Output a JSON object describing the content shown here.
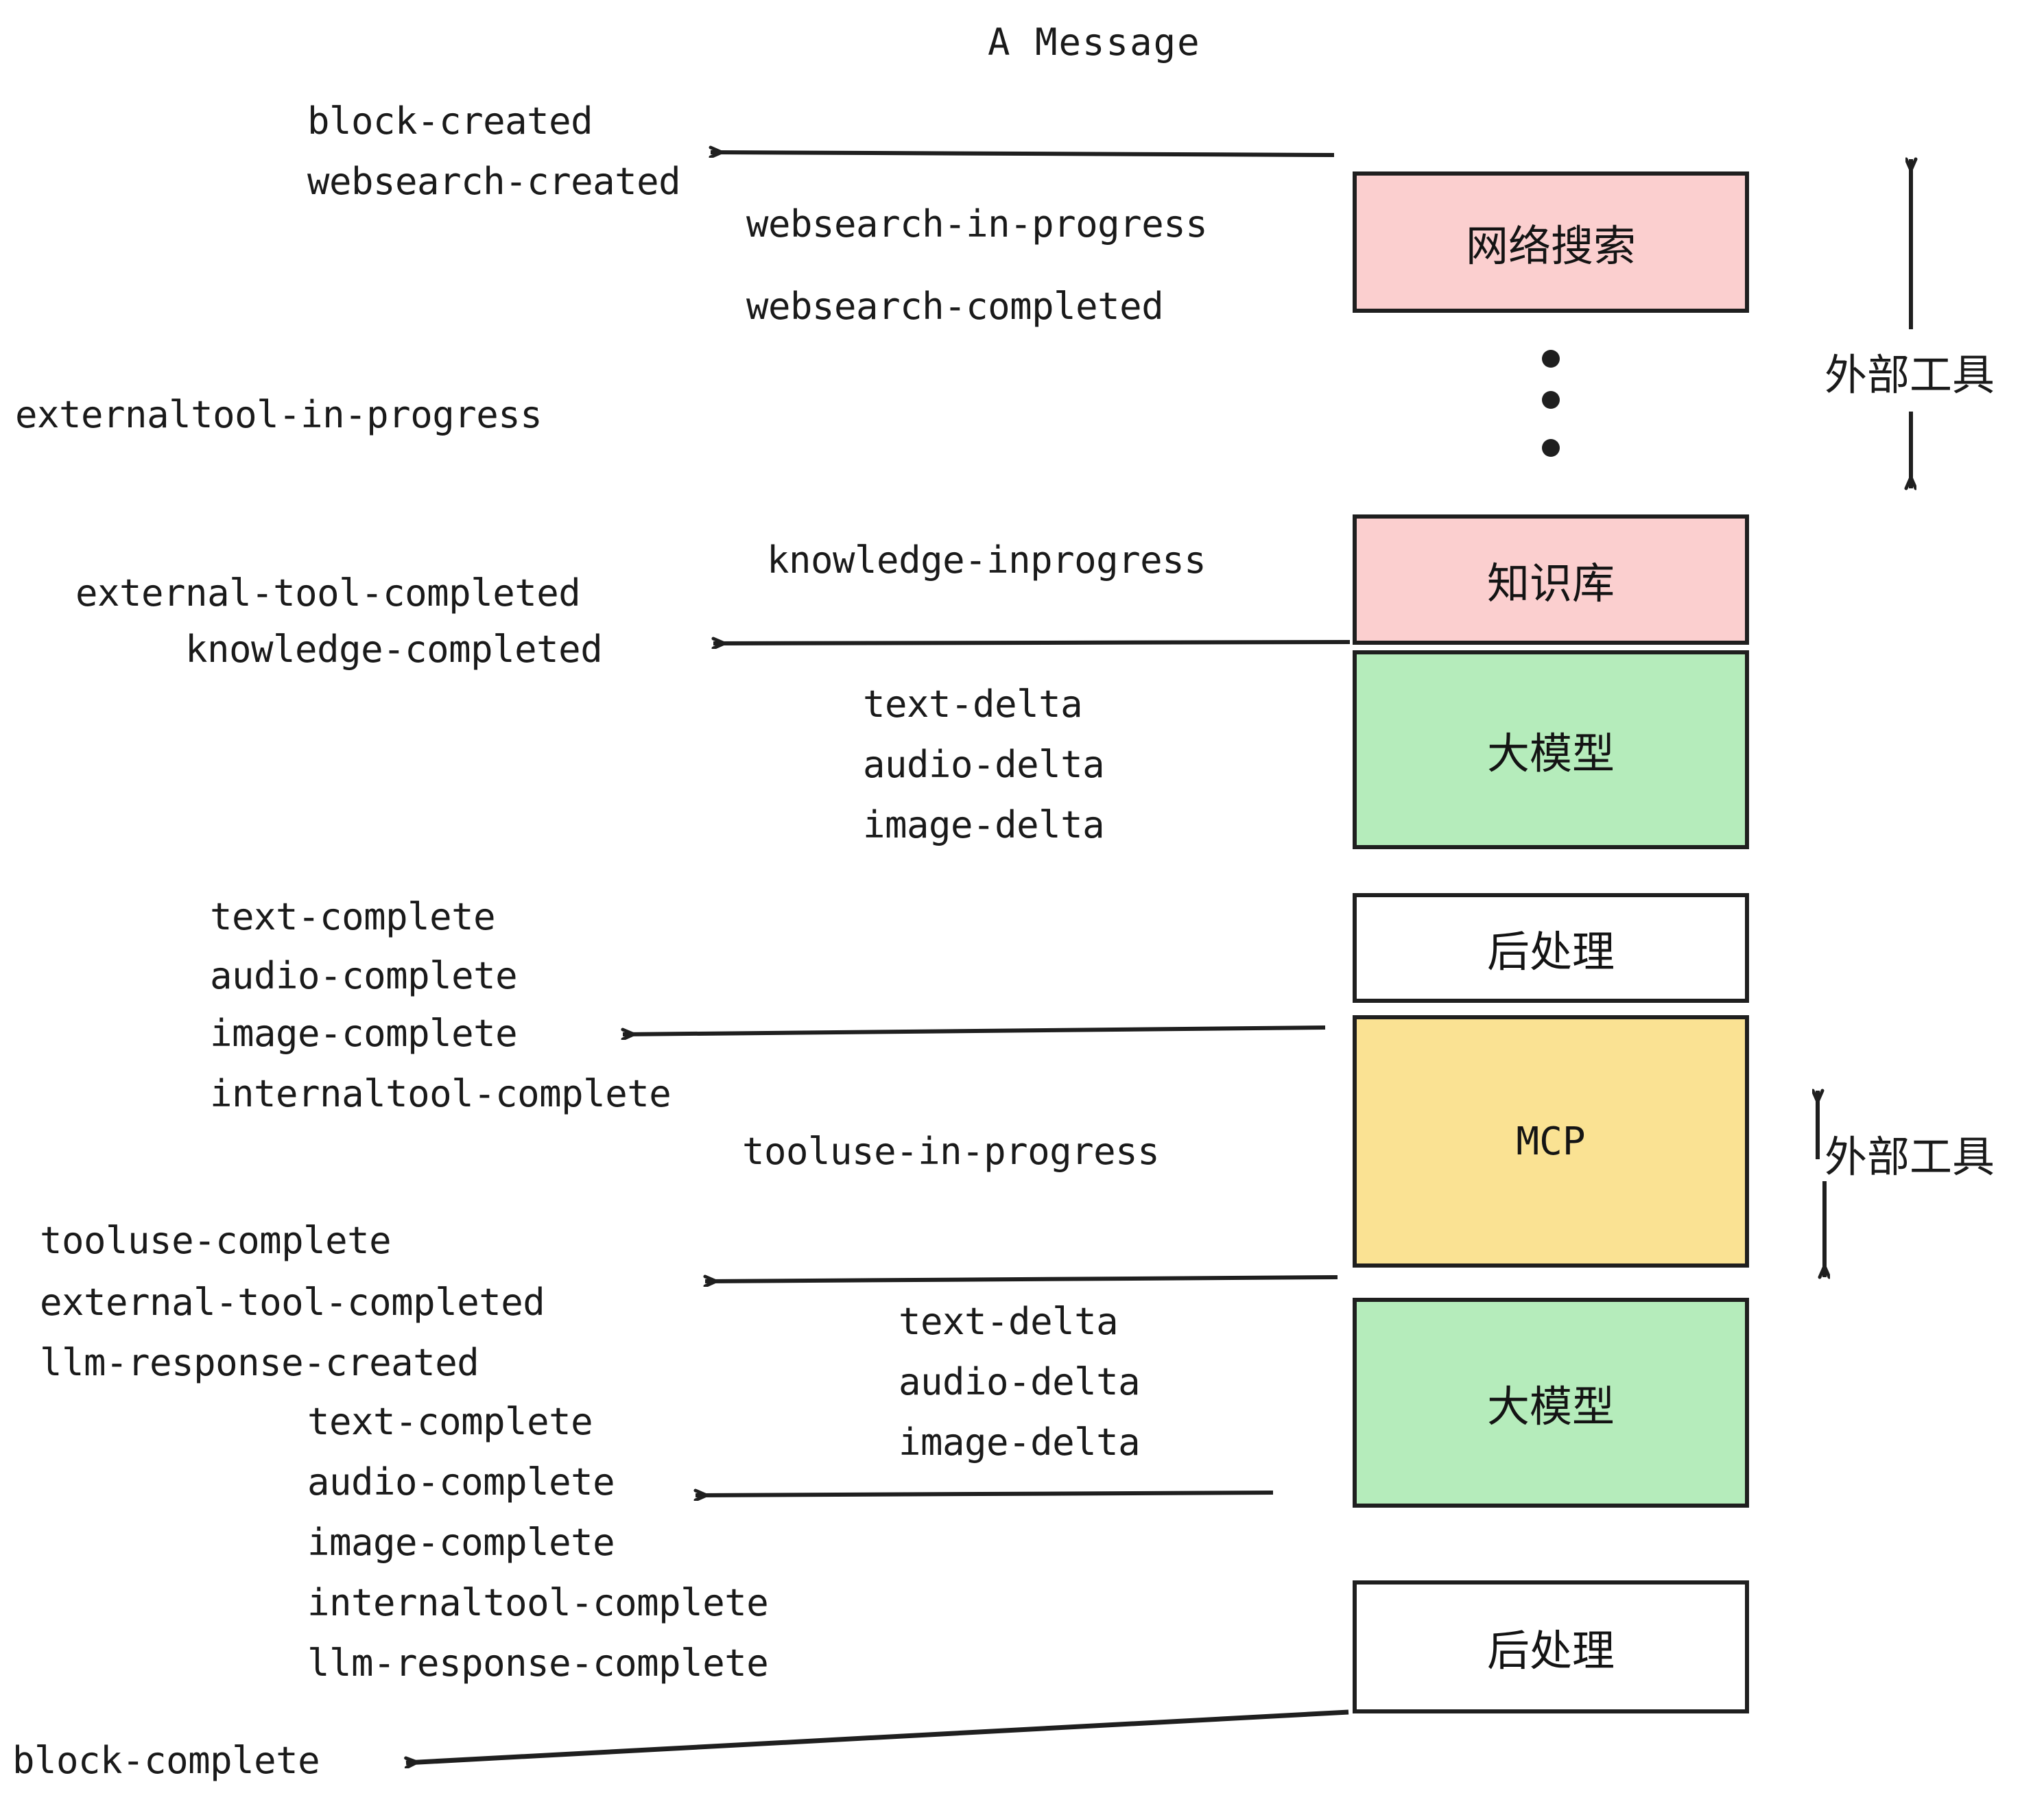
{
  "diagram": {
    "title": "A Message",
    "colors": {
      "pink": "#fbcfcf",
      "green": "#b5ecbb",
      "yellow": "#fae293",
      "white": "#ffffff",
      "stroke": "#1f1f1f",
      "text": "#1a1a1a"
    },
    "nodes": [
      {
        "id": "websearch",
        "label": "网络搜索",
        "fill": "#fbcfcf"
      },
      {
        "id": "knowledge",
        "label": "知识库",
        "fill": "#fbcfcf"
      },
      {
        "id": "llm-1",
        "label": "大模型",
        "fill": "#b5ecbb"
      },
      {
        "id": "postproc-1",
        "label": "后处理",
        "fill": "#ffffff"
      },
      {
        "id": "mcp",
        "label": "MCP",
        "fill": "#fae293"
      },
      {
        "id": "llm-2",
        "label": "大模型",
        "fill": "#b5ecbb"
      },
      {
        "id": "postproc-2",
        "label": "后处理",
        "fill": "#ffffff"
      }
    ],
    "side_labels": [
      {
        "id": "ext-tools-top",
        "label": "外部工具"
      },
      {
        "id": "ext-tools-bottom",
        "label": "外部工具"
      }
    ],
    "events": {
      "block_created": "block-created",
      "websearch_created": "websearch-created",
      "websearch_in_progress": "websearch-in-progress",
      "websearch_completed": "websearch-completed",
      "externaltool_in_progress": "externaltool-in-progress",
      "knowledge_inprogress": "knowledge-inprogress",
      "external_tool_completed_1": "external-tool-completed",
      "knowledge_completed": "knowledge-completed",
      "text_delta_1": "text-delta",
      "audio_delta_1": "audio-delta",
      "image_delta_1": "image-delta",
      "text_complete_1": "text-complete",
      "audio_complete_1": "audio-complete",
      "image_complete_1": "image-complete",
      "internaltool_complete_1": "internaltool-complete",
      "tooluse_in_progress": "tooluse-in-progress",
      "tooluse_complete": "tooluse-complete",
      "external_tool_completed_2": "external-tool-completed",
      "llm_response_created": "llm-response-created",
      "text_delta_2": "text-delta",
      "audio_delta_2": "audio-delta",
      "image_delta_2": "image-delta",
      "text_complete_2": "text-complete",
      "audio_complete_2": "audio-complete",
      "image_complete_2": "image-complete",
      "internaltool_complete_2": "internaltool-complete",
      "llm_response_complete": "llm-response-complete",
      "block_complete": "block-complete"
    }
  }
}
